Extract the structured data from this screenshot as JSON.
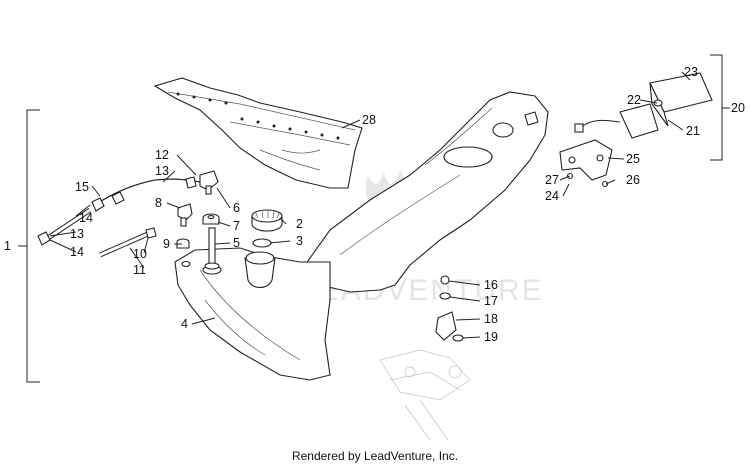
{
  "diagram": {
    "callouts": [
      "1",
      "2",
      "3",
      "4",
      "5",
      "6",
      "7",
      "8",
      "9",
      "10",
      "11",
      "12",
      "13",
      "13",
      "14",
      "14",
      "15",
      "16",
      "17",
      "18",
      "19",
      "20",
      "21",
      "22",
      "23",
      "24",
      "25",
      "26",
      "27",
      "28"
    ],
    "watermark": "LEADVENTURE"
  },
  "footer": {
    "text": "Rendered by LeadVenture, Inc."
  }
}
